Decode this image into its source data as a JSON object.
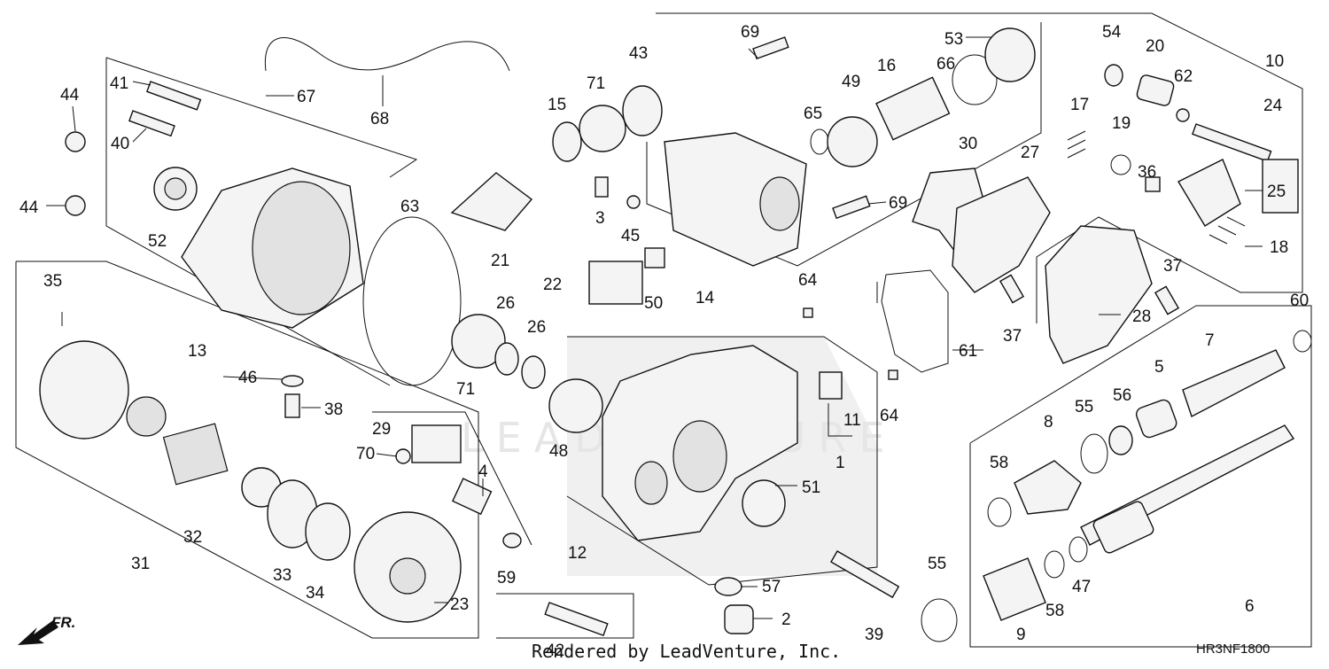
{
  "diagram": {
    "labels": [
      "1",
      "2",
      "3",
      "4",
      "5",
      "6",
      "7",
      "8",
      "9",
      "10",
      "11",
      "12",
      "13",
      "14",
      "15",
      "16",
      "17",
      "18",
      "19",
      "20",
      "21",
      "22",
      "23",
      "24",
      "25",
      "26",
      "27",
      "28",
      "29",
      "30",
      "31",
      "32",
      "33",
      "34",
      "35",
      "36",
      "37",
      "38",
      "39",
      "40",
      "41",
      "42",
      "43",
      "44",
      "45",
      "46",
      "47",
      "48",
      "49",
      "50",
      "51",
      "52",
      "53",
      "54",
      "55",
      "56",
      "57",
      "58",
      "59",
      "60",
      "61",
      "62",
      "63",
      "64",
      "65",
      "66",
      "67",
      "68",
      "69",
      "70",
      "71"
    ],
    "direction_label": "FR.",
    "diagram_code": "HR3NF1800",
    "credit": "Rendered by LeadVenture, Inc.",
    "watermark": "LEADVENTURE"
  }
}
